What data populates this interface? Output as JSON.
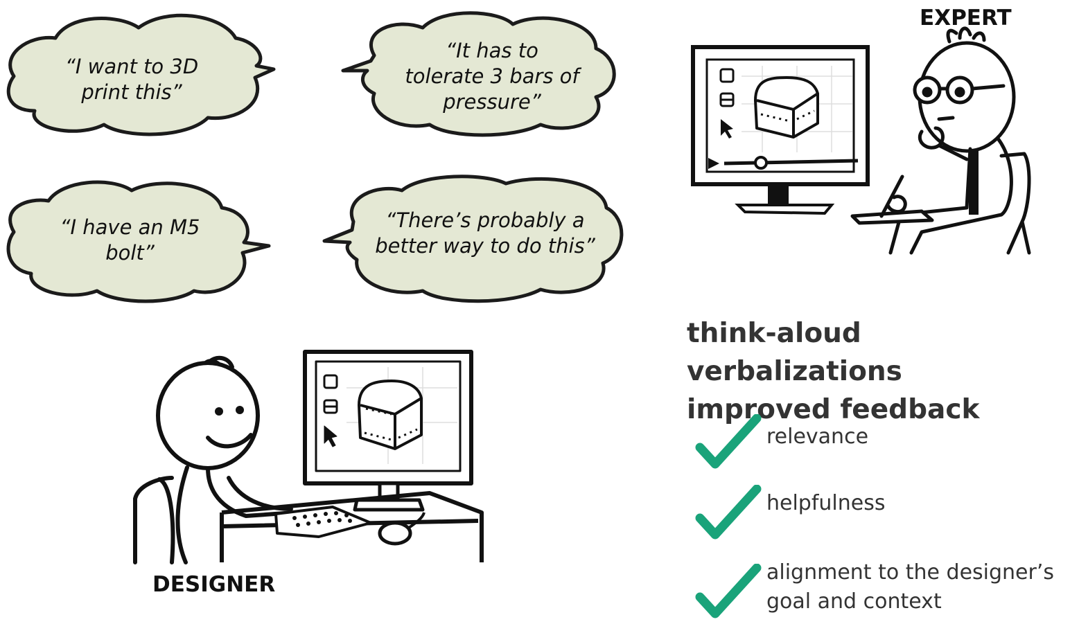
{
  "bubbles": [
    {
      "line1": "“I want to 3D",
      "line2": "print this”"
    },
    {
      "line1": "“It has to",
      "line2": "tolerate 3 bars of",
      "line3": "pressure”"
    },
    {
      "line1": "“I have an M5",
      "line2": "bolt”"
    },
    {
      "line1": "“There’s probably a",
      "line2": "better way to do this”"
    }
  ],
  "roles": {
    "expert": "EXPERT",
    "designer": "DESIGNER"
  },
  "headline": {
    "line1": "think-aloud verbalizations",
    "line2": "improved feedback"
  },
  "benefits": [
    {
      "label": "relevance"
    },
    {
      "label": "helpfulness"
    },
    {
      "label_line1": "alignment to the designer’s",
      "label_line2": "goal and context"
    }
  ],
  "colors": {
    "bubble_fill": "#e4e8d4",
    "check": "#1aa37a",
    "text_dark": "#333333"
  },
  "icons": [
    "speech-bubble-icon",
    "person-icon",
    "monitor-icon",
    "check-icon"
  ]
}
